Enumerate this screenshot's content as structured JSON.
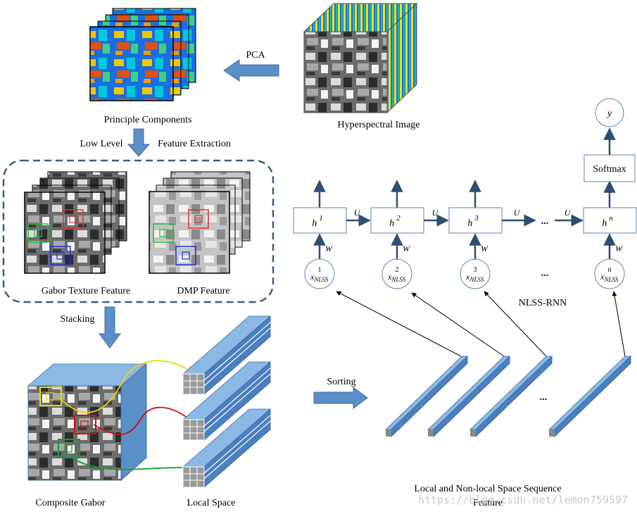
{
  "labels": {
    "pca": "PCA",
    "principle_components": "Principle Components",
    "hyperspectral_image": "Hyperspectral Image",
    "low_level": "Low Level",
    "feature_extraction": "Feature Extraction",
    "gabor_texture_feature": "Gabor Texture Feature",
    "dmp_feature": "DMP Feature",
    "stacking": "Stacking",
    "sorting": "Sorting",
    "composite_gabor": "Composite Gabor",
    "local_space": "Local Space",
    "sequence_feature_line1": "Local and Non-local Space Sequence",
    "sequence_feature_line2": "Feature",
    "nlss_rnn": "NLSS-RNN",
    "softmax": "Softmax",
    "output_y": "y",
    "ellipsis": "..."
  },
  "rnn": {
    "hidden": [
      {
        "base": "h",
        "sup": "1"
      },
      {
        "base": "h",
        "sup": "2"
      },
      {
        "base": "h",
        "sup": "3"
      },
      {
        "base": "h",
        "sup": "n"
      }
    ],
    "inputs": [
      {
        "sup": "1",
        "base": "x",
        "sub": "NLSS"
      },
      {
        "sup": "2",
        "base": "x",
        "sub": "NLSS"
      },
      {
        "sup": "3",
        "base": "x",
        "sub": "NLSS"
      },
      {
        "sup": "n",
        "base": "x",
        "sub": "NLSS"
      }
    ],
    "u_label": "U",
    "w_label": "W"
  },
  "watermark": "https://blog.csdn.net/lemon759597",
  "colors": {
    "arrow_fill": "#5b8fc7",
    "dashed_border": "#3b5f80",
    "bar_face": "#6a9fd8",
    "line": "#2e4f74"
  }
}
